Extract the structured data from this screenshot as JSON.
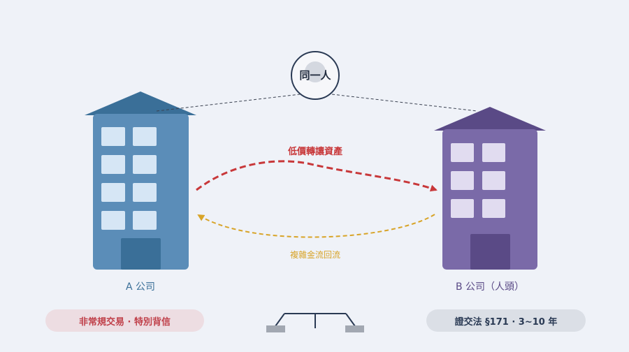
{
  "person_label": "同一人",
  "company_a_label": "A 公司",
  "company_b_label": "B 公司（人頭）",
  "transfer_label": "低價轉讓資產",
  "return_label": "複雜金流回流",
  "left_note": "非常規交易 · 特別背信",
  "right_note": "證交法 §171 · 3~10 年",
  "icons": [
    "building-a-icon",
    "building-b-icon",
    "person-circle-icon",
    "scale-icon"
  ],
  "colors": {
    "background": "#eff2f8",
    "company_a": "#5b8db8",
    "company_a_dark": "#3a6f98",
    "company_b": "#7a6aa8",
    "company_b_dark": "#5a4a86",
    "transfer_arrow": "#c8383a",
    "return_arrow": "#d8a428",
    "left_note_bg": "#eddde2",
    "left_note_text": "#c0404a",
    "right_note_bg": "#dbdfe6",
    "right_note_text": "#2a3a54"
  }
}
